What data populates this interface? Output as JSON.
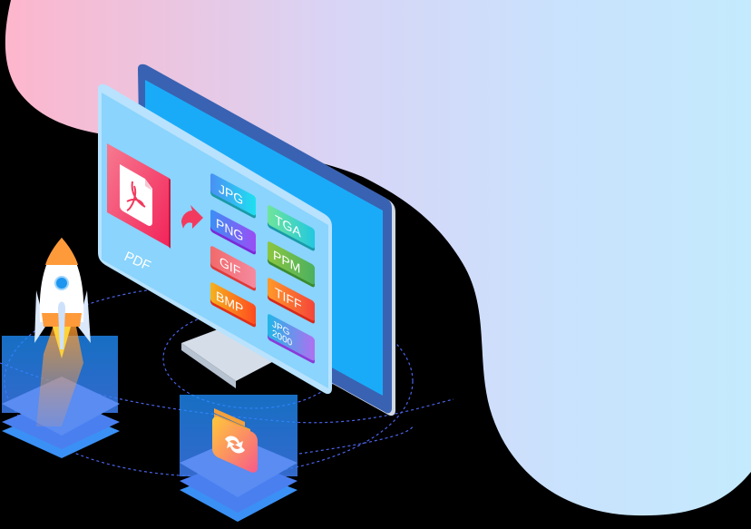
{
  "illustration": {
    "subject": "PDF to image format conversion",
    "source_label": "PDF",
    "source_icon": "pdf-file-icon",
    "arrow_icon": "curved-arrow-right-icon",
    "formats": [
      {
        "label": "JPG",
        "column": 0,
        "row": 0,
        "color_from": "#4a90f5",
        "color_to": "#1ee0f0"
      },
      {
        "label": "PNG",
        "column": 0,
        "row": 1,
        "color_from": "#3b8ff5",
        "color_to": "#9b4df5"
      },
      {
        "label": "GIF",
        "column": 0,
        "row": 2,
        "color_from": "#f26a6a",
        "color_to": "#f58aa0"
      },
      {
        "label": "BMP",
        "column": 0,
        "row": 3,
        "color_from": "#f5b21e",
        "color_to": "#ff4a1e"
      },
      {
        "label": "TGA",
        "column": 1,
        "row": 0,
        "color_from": "#6fe59a",
        "color_to": "#22c8e0"
      },
      {
        "label": "PPM",
        "column": 1,
        "row": 1,
        "color_from": "#8cc63f",
        "color_to": "#4bb060"
      },
      {
        "label": "TIFF",
        "column": 1,
        "row": 2,
        "color_from": "#ff9a2a",
        "color_to": "#f5443a"
      },
      {
        "label": "JPG\n2000",
        "line1": "JPG",
        "line2": "2000",
        "column": 1,
        "row": 3,
        "color_from": "#22b6e8",
        "color_to": "#b070f0"
      }
    ],
    "decorations": {
      "rocket_icon": "rocket-icon",
      "refresh_icon": "refresh-icon",
      "platforms": 2
    }
  },
  "colors": {
    "background": "#000000",
    "blob_left": "#fbb8cf",
    "blob_mid": "#d3d8fb",
    "blob_right": "#c4e9fd",
    "screen_front": "#8ad4fd",
    "screen_back": "#1aabf8",
    "bezel": "#3a62b2",
    "pdf_red": "#f23a5e",
    "platform_blue": "#4a8cf0"
  }
}
